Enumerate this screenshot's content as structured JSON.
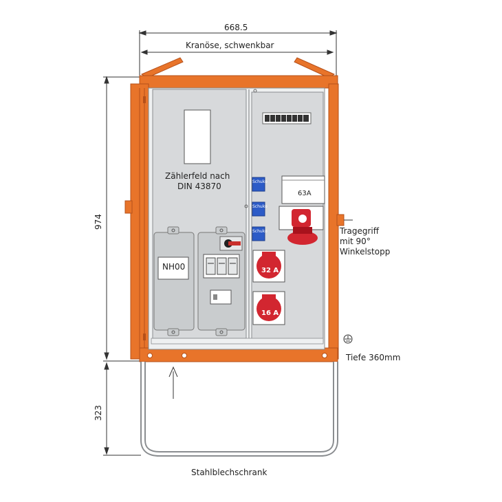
{
  "dimensions": {
    "width": "668.5",
    "height_cabinet": "974",
    "height_stand": "323"
  },
  "labels": {
    "crane_eye": "Kranöse, schwenkbar",
    "meter_field_line1": "Zählerfeld nach",
    "meter_field_line2": "DIN 43870",
    "fuse": "NH00",
    "handle_line1": "Tragegriff",
    "handle_line2": "mit 90°",
    "handle_line3": "Winkelstopp",
    "depth": "Tiefe 360mm",
    "caption": "Stahlblechschrank"
  },
  "sockets": {
    "schuko": [
      "Schuko",
      "Schuko",
      "Schuko"
    ],
    "cee_63": "63A",
    "cee_32": "32 A",
    "cee_16": "16 A"
  },
  "colors": {
    "frame_orange": "#E8742A",
    "frame_dark": "#C2561A",
    "panel_gray": "#D7D9DB",
    "cee_red": "#D22630",
    "schuko_blue": "#2C5BC7"
  }
}
